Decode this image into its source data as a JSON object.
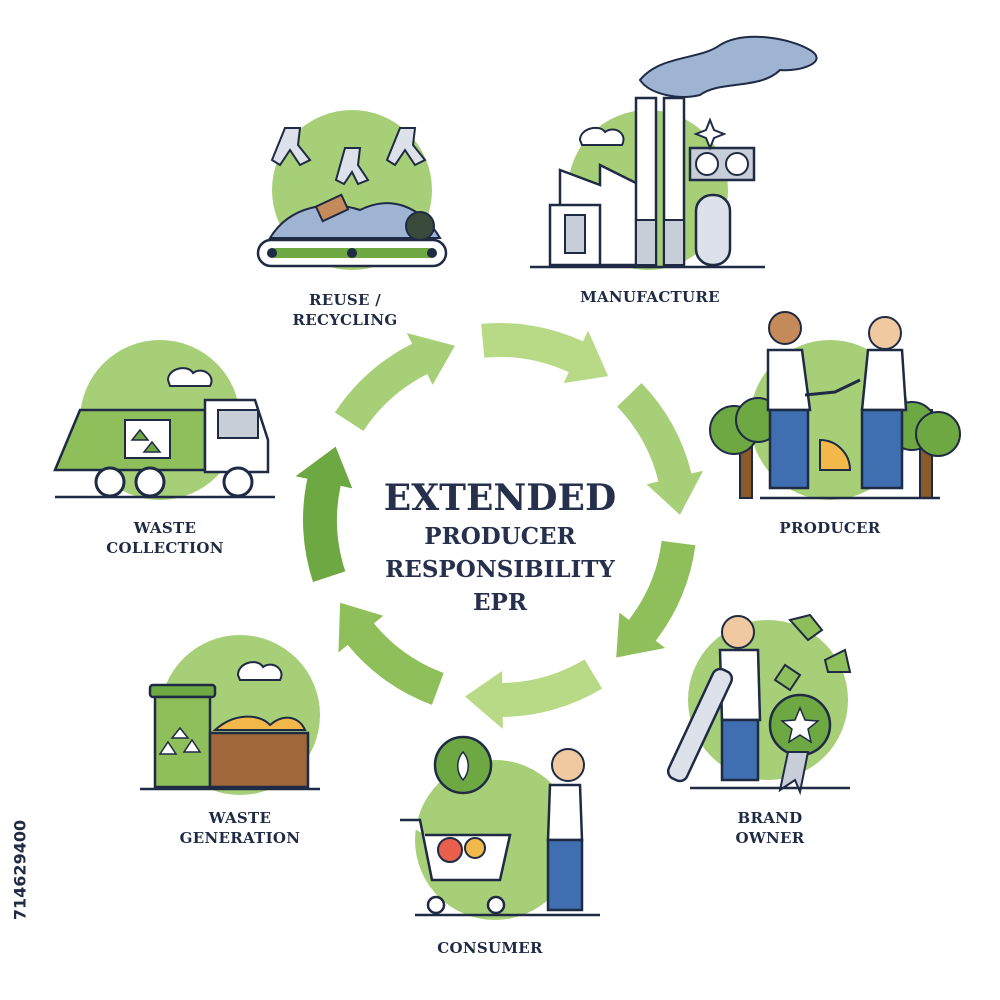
{
  "title": {
    "line1": "EXTENDED",
    "line2": "PRODUCER",
    "line3": "RESPONSIBILITY",
    "line4": "EPR"
  },
  "stages": {
    "manufacture": {
      "line1": "MANUFACTURE"
    },
    "producer": {
      "line1": "PRODUCER"
    },
    "brand_owner": {
      "line1": "BRAND",
      "line2": "OWNER"
    },
    "consumer": {
      "line1": "CONSUMER"
    },
    "waste_generation": {
      "line1": "WASTE",
      "line2": "GENERATION"
    },
    "waste_collection": {
      "line1": "WASTE",
      "line2": "COLLECTION"
    },
    "reuse_recycling": {
      "line1": "REUSE /",
      "line2": "RECYCLING"
    }
  },
  "stock_id": "714629400",
  "colors": {
    "green_light": "#b8d986",
    "green_mid": "#8fbf5a",
    "green_dark": "#5e9a3a",
    "icon_bg": "#a6cf78",
    "ink": "#1f2a44",
    "blue": "#3f6fb0",
    "grey": "#c8ced8"
  },
  "icons": {
    "manufacture": "factory-icon",
    "producer": "handshake-icon",
    "brand_owner": "brand-owner-icon",
    "consumer": "shopping-cart-icon",
    "waste_generation": "trash-bin-icon",
    "waste_collection": "garbage-truck-icon",
    "reuse_recycling": "recycling-conveyor-icon"
  }
}
